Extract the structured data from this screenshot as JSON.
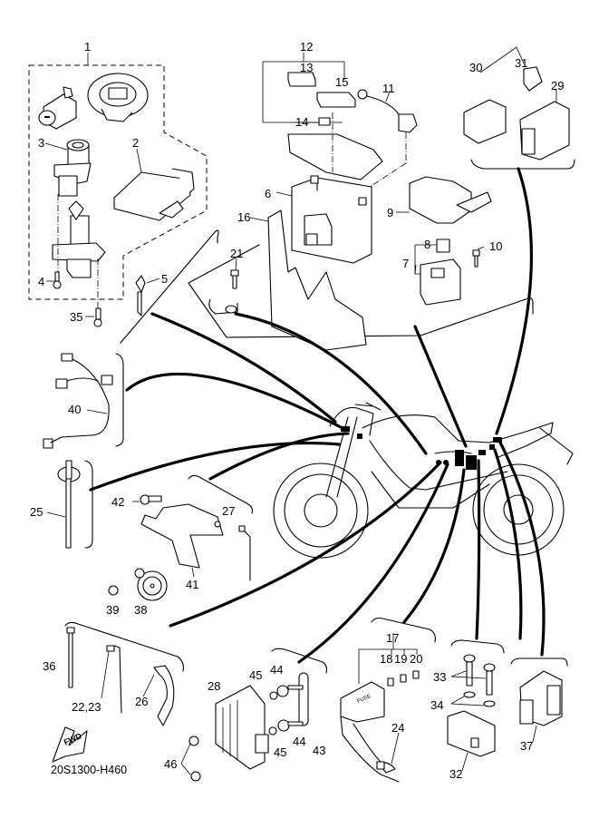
{
  "diagram": {
    "title_code": "20S1300-H460",
    "fwd_label": "FWD",
    "callouts": {
      "c1": "1",
      "c2": "2",
      "c3": "3",
      "c4": "4",
      "c5": "5",
      "c6": "6",
      "c7": "7",
      "c8": "8",
      "c9": "9",
      "c10": "10",
      "c11": "11",
      "c12": "12",
      "c13": "13",
      "c14": "14",
      "c15": "15",
      "c16": "16",
      "c17": "17",
      "c18": "18",
      "c19": "19",
      "c20": "20",
      "c21": "21",
      "c22_23": "22,23",
      "c24": "24",
      "c25": "25",
      "c26": "26",
      "c27": "27",
      "c28": "28",
      "c29": "29",
      "c30": "30",
      "c31": "31",
      "c32": "32",
      "c33": "33",
      "c34": "34",
      "c35": "35",
      "c36": "36",
      "c37": "37",
      "c38": "38",
      "c39": "39",
      "c40": "40",
      "c41": "41",
      "c42": "42",
      "c43": "43",
      "c44a": "44",
      "c44b": "44",
      "c45a": "45",
      "c45b": "45",
      "c46": "46"
    },
    "fuse_box_label": "FUSE"
  }
}
